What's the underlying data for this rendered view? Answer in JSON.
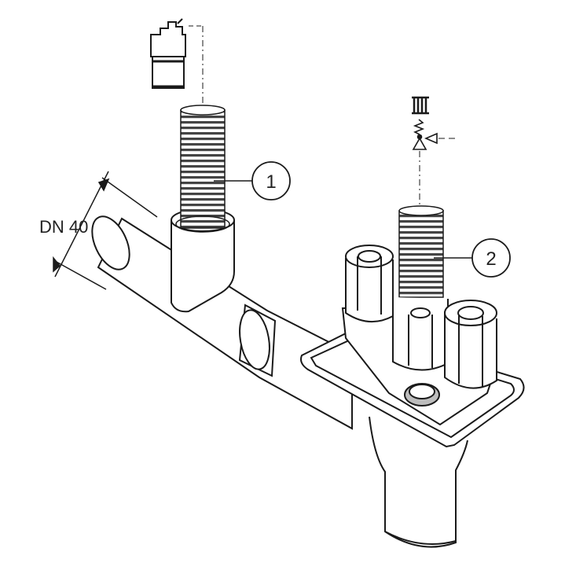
{
  "dimension": {
    "label": "DN 40"
  },
  "callouts": [
    {
      "number": "1"
    },
    {
      "number": "2"
    }
  ],
  "colors": {
    "line": "#1a1a1a",
    "hose": "#444444",
    "fill": "#ffffff",
    "shade": "#bdbdbd"
  },
  "icons": {
    "drain": "siphon-icon",
    "heating": "radiator-icon",
    "valve": "safety-valve-icon"
  }
}
